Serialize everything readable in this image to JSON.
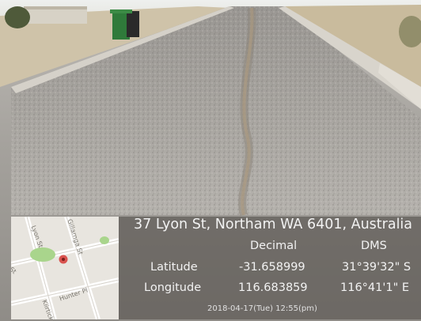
{
  "photo": {
    "scene": "gravel-road-photo"
  },
  "overlay": {
    "address": "37 Lyon St, Northam WA 6401, Australia",
    "headers": {
      "decimal": "Decimal",
      "dms": "DMS"
    },
    "latitude": {
      "label": "Latitude",
      "decimal": "-31.658999",
      "dms": "31°39'32\" S"
    },
    "longitude": {
      "label": "Longitude",
      "decimal": "116.683859",
      "dms": "116°41'1\" E"
    },
    "timestamp": "2018-04-17(Tue)  12:55(pm)"
  },
  "map": {
    "streets": [
      "Lyon St",
      "Gillarnga St",
      "Hunter Pl",
      "Kiirtick St",
      "St"
    ],
    "pin_color": "#d9534f"
  }
}
